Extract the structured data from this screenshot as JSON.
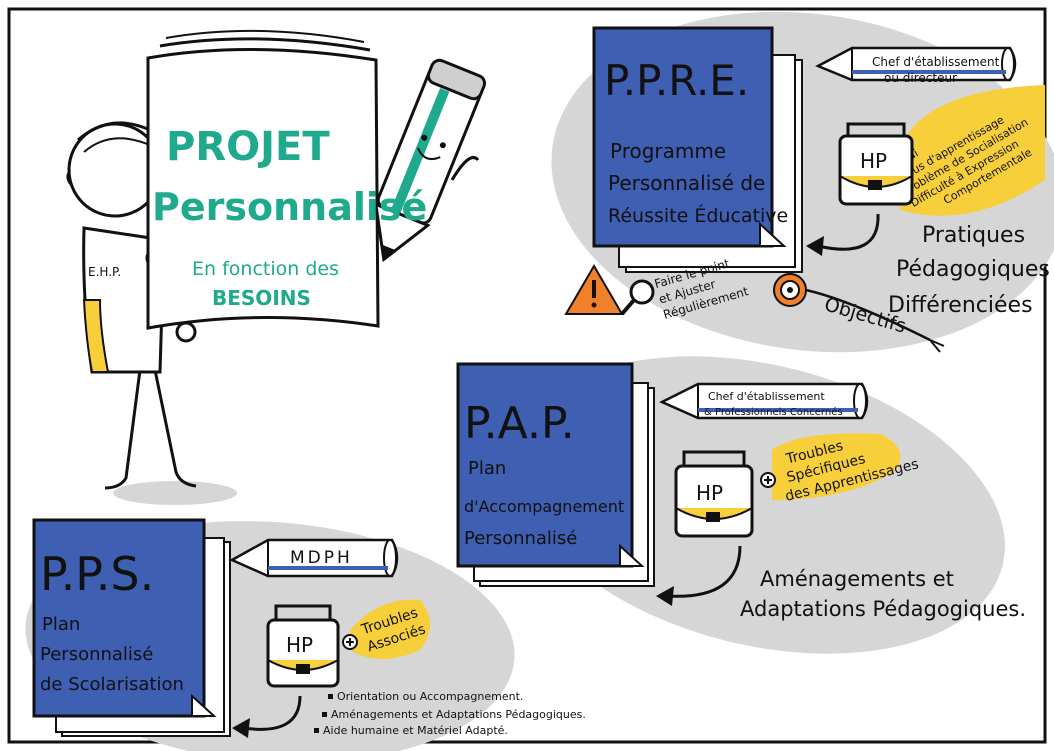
{
  "colors": {
    "accent_blue": "#3f5fb3",
    "accent_yellow": "#f7cf3a",
    "accent_teal": "#1fa98d",
    "warning_orange": "#f0802a",
    "ellipse_gray": "#d6d6d6",
    "ink": "#111111"
  },
  "main": {
    "title_line1": "PROJET",
    "title_line2": "Personnalisé",
    "subtitle_line1": "En fonction des",
    "subtitle_line2": "BESOINS",
    "shirt_label": "E.H.P."
  },
  "ppre": {
    "acronym": "P.P.R.E.",
    "name_line1": "Programme",
    "name_line2": "Personnalisé de",
    "name_line3": "Réussite Éducative",
    "pencil_line1": "Chef d'établissement",
    "pencil_line2": "ou directeur",
    "bag_label": "HP",
    "bubble_lines": [
      "Ennui",
      "Refus d'apprentissage",
      "Problème de Socialisation",
      "Difficulté à Expression",
      "Comportementale"
    ],
    "warning_line1": "Faire le point",
    "warning_line2": "et Ajuster",
    "warning_line3": "Régulièrement",
    "target_label": "Objectifs",
    "practice_line1": "Pratiques",
    "practice_line2": "Pédagogiques",
    "practice_line3": "Différenciées"
  },
  "pap": {
    "acronym": "P.A.P.",
    "name_line1": "Plan",
    "name_line2": "d'Accompagnement",
    "name_line3": "Personnalisé",
    "pencil_line1": "Chef d'établissement",
    "pencil_line2": "& Professionnels Concernés",
    "bag_label": "HP",
    "bubble_line1": "Troubles",
    "bubble_line2": "Spécifiques",
    "bubble_line3": "des Apprentissages",
    "adapt_line1": "Aménagements et",
    "adapt_line2": "Adaptations Pédagogiques."
  },
  "pps": {
    "acronym": "P.P.S.",
    "name_line1": "Plan",
    "name_line2": "Personnalisé",
    "name_line3": "de Scolarisation",
    "pencil_label": "MDPH",
    "bag_label": "HP",
    "bubble_line1": "Troubles",
    "bubble_line2": "Associés",
    "bullets": [
      "Orientation ou Accompagnement.",
      "Aménagements et Adaptations Pédagogiques.",
      "Aide humaine et Matériel Adapté."
    ]
  }
}
